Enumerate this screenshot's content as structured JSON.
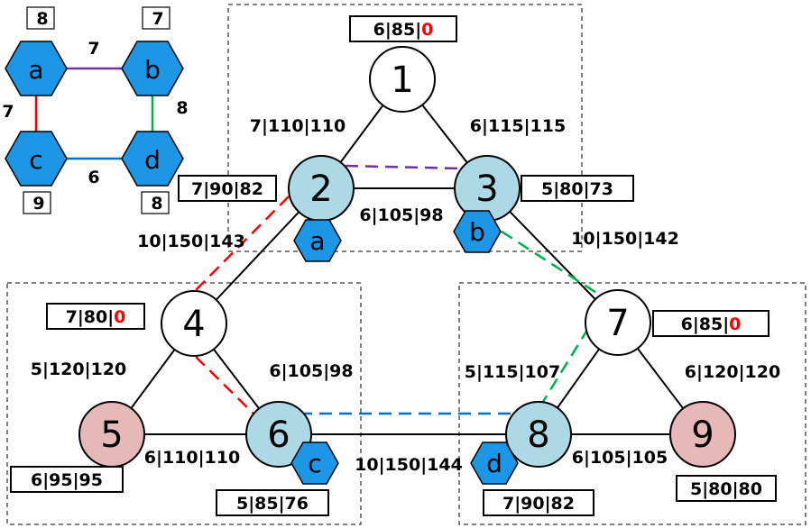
{
  "colors": {
    "node_white": "#ffffff",
    "node_blue": "#add8e6",
    "node_pink": "#e6b9b8",
    "hex_fill": "#1e96e6",
    "highlight": "#ff0000",
    "purple": "#7030a0",
    "green": "#00b050",
    "red": "#ff0000",
    "blue": "#0070c0"
  },
  "nodes": [
    {
      "id": "1",
      "label": "1",
      "fill": "white"
    },
    {
      "id": "2",
      "label": "2",
      "fill": "blue"
    },
    {
      "id": "3",
      "label": "3",
      "fill": "blue"
    },
    {
      "id": "4",
      "label": "4",
      "fill": "white"
    },
    {
      "id": "5",
      "label": "5",
      "fill": "pink"
    },
    {
      "id": "6",
      "label": "6",
      "fill": "blue"
    },
    {
      "id": "7",
      "label": "7",
      "fill": "white"
    },
    {
      "id": "8",
      "label": "8",
      "fill": "blue"
    },
    {
      "id": "9",
      "label": "9",
      "fill": "pink"
    }
  ],
  "node_boxes": [
    {
      "node": "1",
      "text": "6|85|",
      "highlight": "0"
    },
    {
      "node": "2",
      "text": "7|90|82",
      "highlight": ""
    },
    {
      "node": "3",
      "text": "5|80|73",
      "highlight": ""
    },
    {
      "node": "4",
      "text": "7|80|",
      "highlight": "0"
    },
    {
      "node": "5",
      "text": "6|95|95",
      "highlight": ""
    },
    {
      "node": "6",
      "text": "5|85|76",
      "highlight": ""
    },
    {
      "node": "7",
      "text": "6|85|",
      "highlight": "0"
    },
    {
      "node": "8",
      "text": "7|90|82",
      "highlight": ""
    },
    {
      "node": "9",
      "text": "5|80|80",
      "highlight": ""
    }
  ],
  "edges": [
    {
      "from": "1",
      "to": "2",
      "label": "7|110|110"
    },
    {
      "from": "1",
      "to": "3",
      "label": "6|115|115"
    },
    {
      "from": "2",
      "to": "3",
      "label": "6|105|98"
    },
    {
      "from": "2",
      "to": "4",
      "label": "10|150|143"
    },
    {
      "from": "3",
      "to": "7",
      "label": "10|150|142"
    },
    {
      "from": "4",
      "to": "5",
      "label": "5|120|120"
    },
    {
      "from": "4",
      "to": "6",
      "label": "6|105|98"
    },
    {
      "from": "5",
      "to": "6",
      "label": "6|110|110"
    },
    {
      "from": "6",
      "to": "8",
      "label": "10|150|144"
    },
    {
      "from": "7",
      "to": "8",
      "label": "5|115|107"
    },
    {
      "from": "7",
      "to": "9",
      "label": "6|120|120"
    },
    {
      "from": "8",
      "to": "9",
      "label": "6|105|105"
    }
  ],
  "agents": [
    {
      "label": "a",
      "at": "2"
    },
    {
      "label": "b",
      "at": "3"
    },
    {
      "label": "c",
      "at": "6"
    },
    {
      "label": "d",
      "at": "8"
    }
  ],
  "dashed_paths": [
    {
      "pair": "a-b",
      "color": "purple"
    },
    {
      "pair": "b-d",
      "color": "green"
    },
    {
      "pair": "a-c",
      "color": "red"
    },
    {
      "pair": "c-d",
      "color": "blue"
    }
  ],
  "legend": {
    "hexes": [
      {
        "label": "a",
        "value": "8"
      },
      {
        "label": "b",
        "value": "7"
      },
      {
        "label": "c",
        "value": "9"
      },
      {
        "label": "d",
        "value": "8"
      }
    ],
    "links": [
      {
        "from": "a",
        "to": "b",
        "value": "7",
        "color": "purple"
      },
      {
        "from": "b",
        "to": "d",
        "value": "8",
        "color": "green"
      },
      {
        "from": "a",
        "to": "c",
        "value": "7",
        "color": "red"
      },
      {
        "from": "c",
        "to": "d",
        "value": "6",
        "color": "blue"
      }
    ]
  }
}
